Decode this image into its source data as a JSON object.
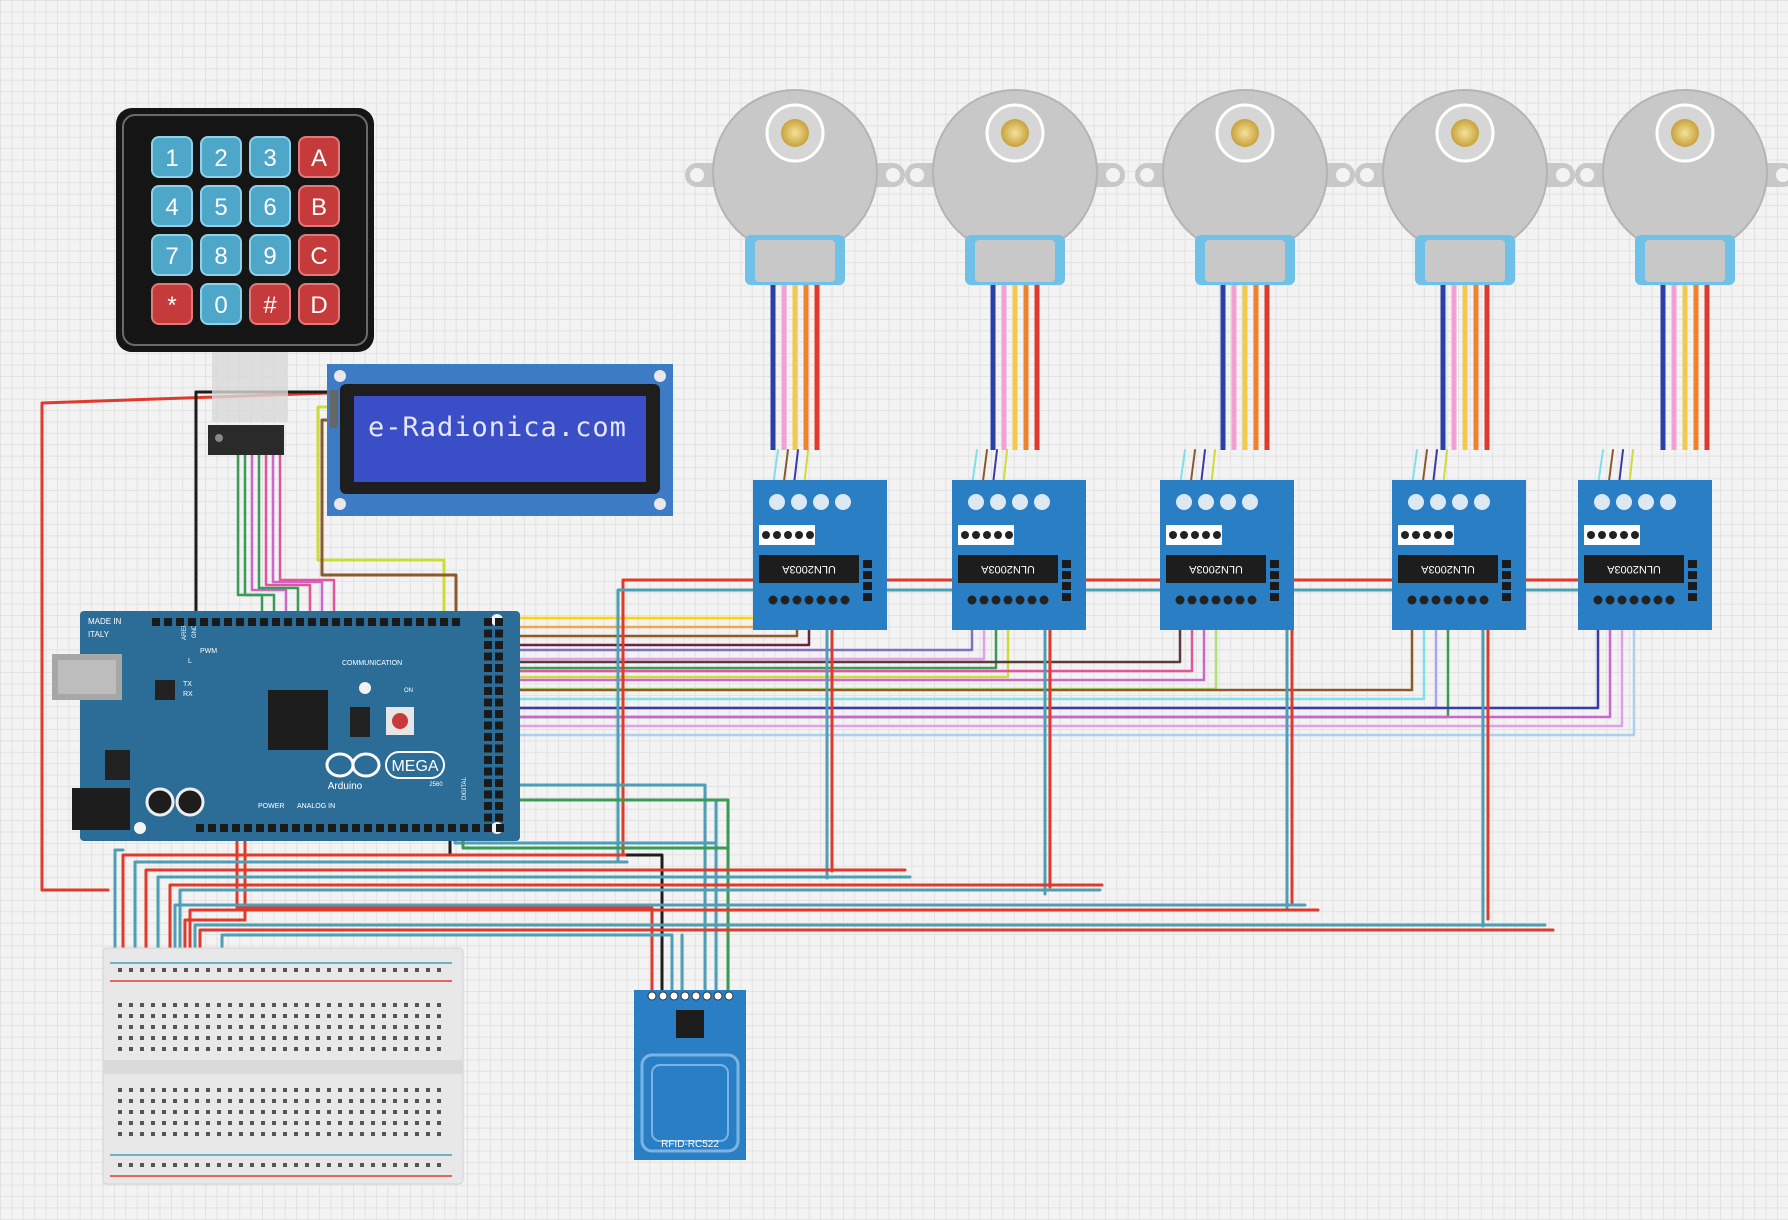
{
  "keypad": {
    "keys": [
      "1",
      "2",
      "3",
      "A",
      "4",
      "5",
      "6",
      "B",
      "7",
      "8",
      "9",
      "C",
      "*",
      "0",
      "#",
      "D"
    ]
  },
  "lcd": {
    "text": "e-Radionica.com"
  },
  "arduino": {
    "made_in": "MADE IN",
    "country": "ITALY",
    "brand": "Arduino",
    "model": "MEGA",
    "model_sub": "2560",
    "tx": "TX",
    "rx": "RX",
    "l": "L",
    "on": "ON",
    "pwm": "PWM",
    "communication": "COMMUNICATION",
    "power": "POWER",
    "analog_in": "ANALOG IN",
    "digital": "DIGITAL",
    "gnd": "GND",
    "aref": "AREF"
  },
  "drivers": {
    "chip": "ULN2003A",
    "count": 5
  },
  "steppers": {
    "count": 5
  },
  "rfid": {
    "label": "RFID-RC522"
  },
  "breadboard": {
    "columns": 30
  },
  "colors": {
    "board_blue": "#2b6d97",
    "driver_blue": "#2a7fc4",
    "lcd_bezel": "#3d7bc4",
    "lcd_screen": "#3a4fc7",
    "lcd_text": "#e6e6ff",
    "wire_red": "#e03a2c",
    "wire_black": "#1d1d1d",
    "wire_teal": "#4c9fb5",
    "motor_grey": "#c8c8c8",
    "motor_blue": "#6fc1e8"
  }
}
